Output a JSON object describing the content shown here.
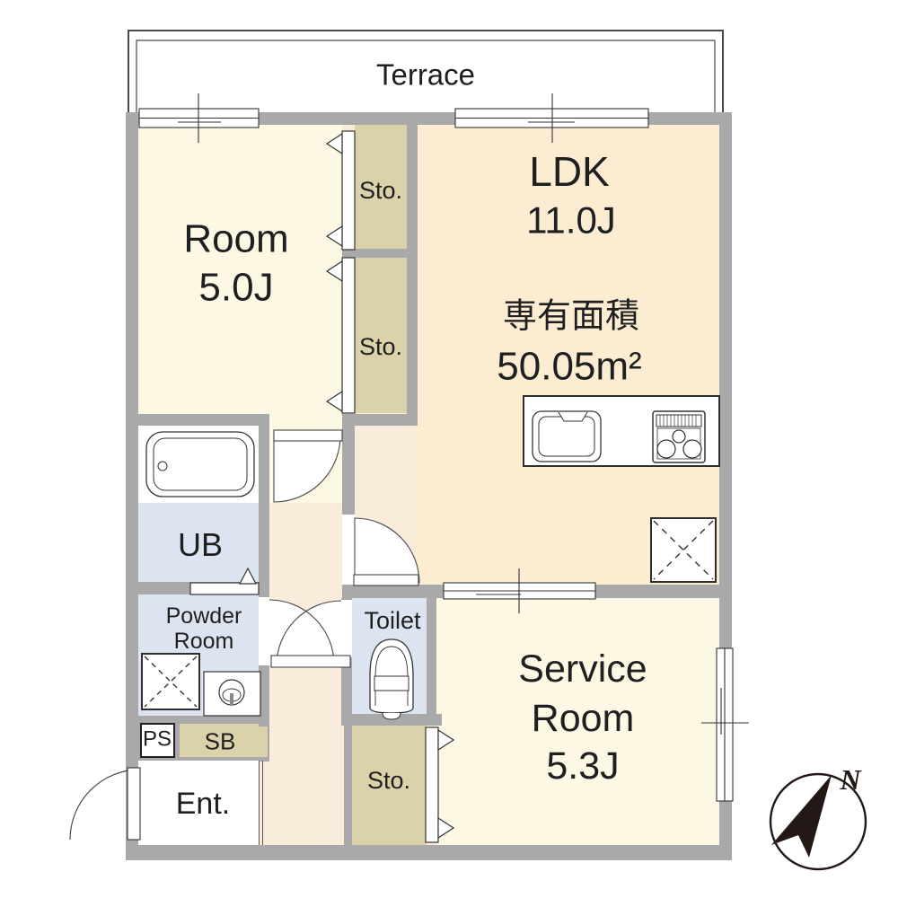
{
  "meta": {
    "type": "apartment-floor-plan"
  },
  "colors": {
    "wall": "#a9a9a9",
    "room_cream": "#fdf8e4",
    "ldk_peach": "#fbecd2",
    "hall_peach": "#f9ecda",
    "closet_tan": "#dbd1ab",
    "wet_blue": "#dde4f1",
    "line": "#333333",
    "text": "#1f1f1f"
  },
  "terrace": {
    "label": "Terrace"
  },
  "rooms": {
    "room": {
      "name": "Room",
      "size": "5.0J"
    },
    "ldk": {
      "name": "LDK",
      "size": "11.0J"
    },
    "area": {
      "label": "専有面積",
      "value": "50.05m²"
    },
    "service": {
      "line1": "Service",
      "line2": "Room",
      "size": "5.3J"
    },
    "ub": {
      "name": "UB"
    },
    "powder": {
      "line1": "Powder",
      "line2": "Room"
    },
    "toilet": {
      "name": "Toilet"
    },
    "storage1": {
      "name": "Sto."
    },
    "storage2": {
      "name": "Sto."
    },
    "storage3": {
      "name": "Sto."
    },
    "ps": {
      "name": "PS"
    },
    "sb": {
      "name": "SB"
    },
    "entrance": {
      "name": "Ent."
    }
  },
  "compass": {
    "label": "N"
  }
}
